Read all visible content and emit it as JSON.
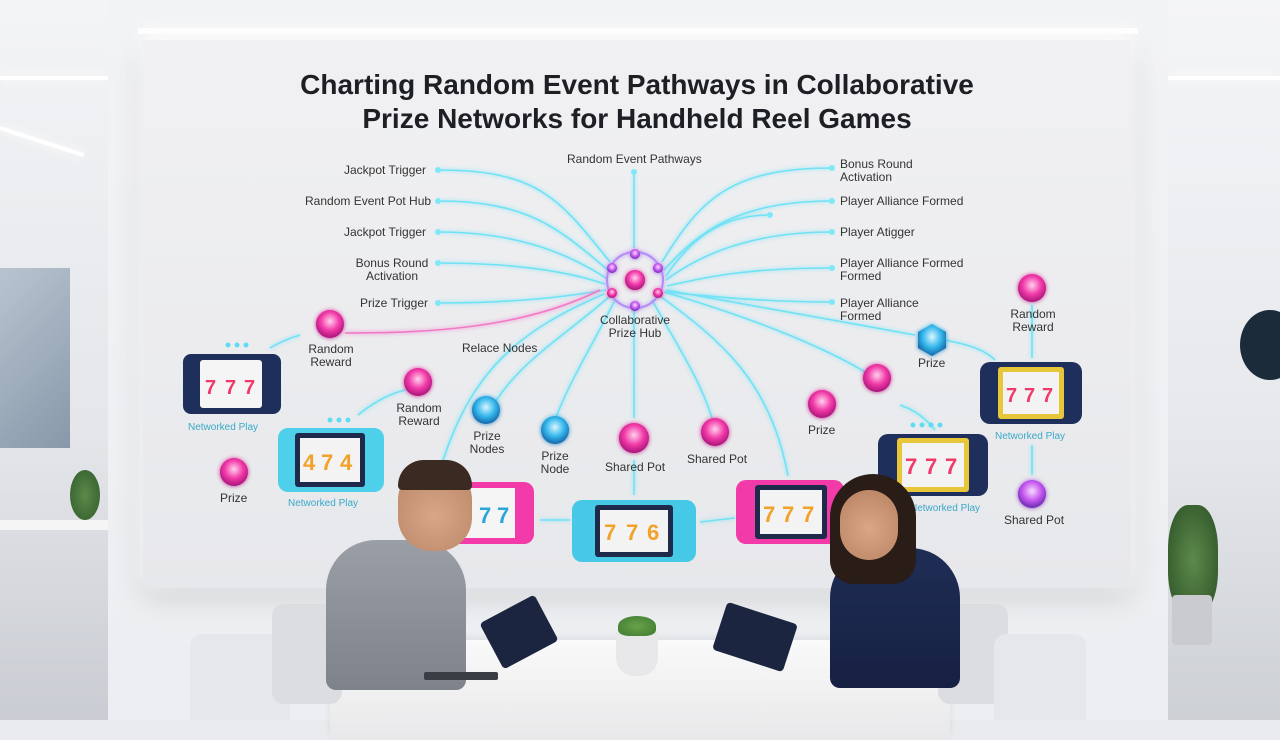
{
  "title_line1": "Charting Random Event Pathways in Collaborative",
  "title_line2": "Prize Networks for Handheld Reel Games",
  "labels": {
    "random_event_pathways": "Random Event Pathways",
    "collab_hub_1": "Collaborative",
    "collab_hub_2": "Prize Hub",
    "relace_nodes": "Relace Nodes",
    "left": [
      "Jackpot Trigger",
      "Random Event Pot Hub",
      "Jackpot Trigger",
      "Bonus Round",
      "Activation",
      "Prize Trigger"
    ],
    "right": [
      "Bonus Round",
      "Activation",
      "Player Alliance Formed",
      "Player Atigger",
      "Player Alliance Formed",
      "Formed",
      "Player Alliance",
      "Formed"
    ],
    "random_reward_1": "Random",
    "random_reward_2": "Reward",
    "random_reward_b1": "Random",
    "random_reward_b2": "Reward",
    "random_reward_r1": "Random",
    "random_reward_r2": "Reward",
    "prize_nodes_1": "Prize",
    "prize_nodes_2": "Nodes",
    "prize_node_1": "Prize",
    "prize_node_2": "Node",
    "shared_pot_1": "Shared Pot",
    "shared_pot_2": "Shared Pot",
    "shared_pot_3": "Shared Pot",
    "prize_a": "Prize",
    "prize_b": "Prize",
    "prize_c": "Prize",
    "networked_play_1": "Networked Play",
    "networked_play_2": "Networked Play",
    "networked_play_3": "Networked Play",
    "networked_play_4": "Networked Play"
  },
  "colors": {
    "cyan": "#5fdcf2",
    "pink": "#f23aa8",
    "hub": "#c85af0"
  },
  "icons": [
    "hub-node-icon",
    "handheld-console-icon",
    "slot-reel-icon",
    "orb-icon"
  ]
}
